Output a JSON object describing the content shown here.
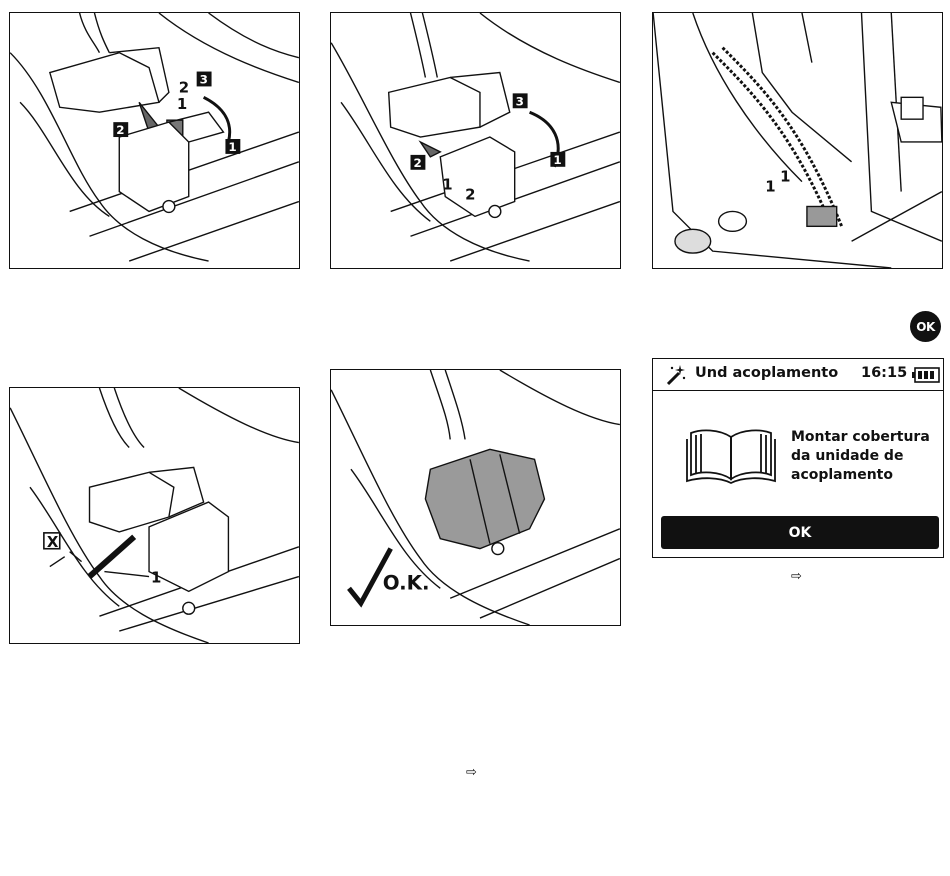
{
  "panel1": {
    "callouts": [
      "2",
      "1"
    ],
    "steps": [
      "3",
      "2",
      "1"
    ]
  },
  "panel2": {
    "callouts": [
      "1",
      "2"
    ],
    "steps": [
      "3",
      "2",
      "1"
    ]
  },
  "panel3": {
    "callouts": [
      "1",
      "1"
    ]
  },
  "panel4": {
    "callouts": [
      "1"
    ],
    "dimension_label": "X"
  },
  "panel5": {
    "ok_text": "O.K."
  },
  "ok_key_label": "OK",
  "device_screen": {
    "title": "Und acoplamento",
    "time": "16:15",
    "message": "Montar cobertura\nda unidade de\nacoplamento",
    "button_label": "OK",
    "icons": [
      "magic-wand-icon",
      "battery-icon",
      "open-book-icon"
    ]
  },
  "next_arrow": "⇨"
}
